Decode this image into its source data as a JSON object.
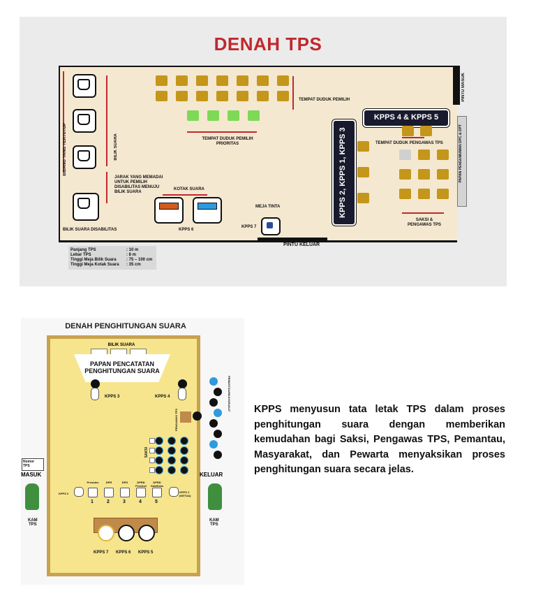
{
  "top": {
    "title": "DENAH TPS",
    "labels": {
      "tempat_duduk_pemilih": "TEMPAT DUDUK PEMILIH",
      "tempat_duduk_prioritas": "TEMPAT DUDUK PEMILIH\nPRIORITAS",
      "bilik_suara": "BILIK SUARA",
      "bidang_tertutup": "BIDANG YANG TERTUTUP",
      "jarak": "JARAK YANG MEMADAI\nUNTUK PEMILIH\nDISABILITAS MENUJU\nBILIK SUARA",
      "kotak_suara": "KOTAK SUARA",
      "kpps6": "KPPS 6",
      "meja_tinta": "MEJA TINTA",
      "kpps7": "KPPS 7",
      "bilik_disabilitas": "BILIK SUARA DISABILITAS",
      "kpps_2_1_3": "KPPS 2, KPPS 1, KPPS 3",
      "kpps_4_5": "KPPS 4 & KPPS 5",
      "tempat_pengawas": "TEMPAT DUDUK PENGAWAS TPS",
      "saksi": "SAKSI &\nPENGAWAS TPS",
      "pintu_masuk": "PINTU MASUK",
      "pintu_keluar": "PINTU KELUAR",
      "papan": "PAPAN PENGUMUMAN DPC & DPT"
    },
    "legend": [
      [
        "Panjang TPS",
        ": 10 m"
      ],
      [
        "Lebar TPS",
        ": 8 m"
      ],
      [
        "Tinggi Meja Bilik Suara",
        ": 75 – 100 cm"
      ],
      [
        "Tinggi Meja Kotak Suara",
        ": 35 cm"
      ]
    ]
  },
  "count": {
    "title": "DENAH PENGHITUNGAN SUARA",
    "bilik": "BILIK SUARA",
    "papan": "PAPAN PENCATATAN\nPENGHITUNGAN SUARA",
    "kpps3": "KPPS 3",
    "kpps4": "KPPS 4",
    "saksi": "SAKSI",
    "pengawas": "PENGAWAS\nTPS",
    "pemantau": "PEMANTAU/MASYARAKAT",
    "nomor_tps": "Nomor\nTPS",
    "masuk": "MASUK",
    "keluar": "KELUAR",
    "kpps2": "KPPS 2",
    "kpps1": "KPPS 1\n(KETUA)",
    "box_labels": [
      "Presiden",
      "DPR",
      "DPD",
      "DPRD Provinsi",
      "DPRD Kab/Kota"
    ],
    "box_numbers": [
      "1",
      "2",
      "3",
      "4",
      "5"
    ],
    "bottom_kpps": [
      "KPPS 7",
      "KPPS 6",
      "KPPS 5"
    ],
    "kam": "KAM\nTPS"
  },
  "description": "KPPS menyusun tata letak TPS dalam proses penghitungan suara dengan memberikan kemudahan bagi Saksi, Pengawas TPS, Pemantau, Masyarakat, dan Pewarta menyaksikan proses penghitungan suara secara jelas.",
  "colors": {
    "title_red": "#c0282e",
    "seat_gold": "#c4961a",
    "seat_green": "#7ed957",
    "floor": "#f5e8d0",
    "room_yellow": "#f6e58d",
    "kpps_dark": "#1a1a2e"
  }
}
